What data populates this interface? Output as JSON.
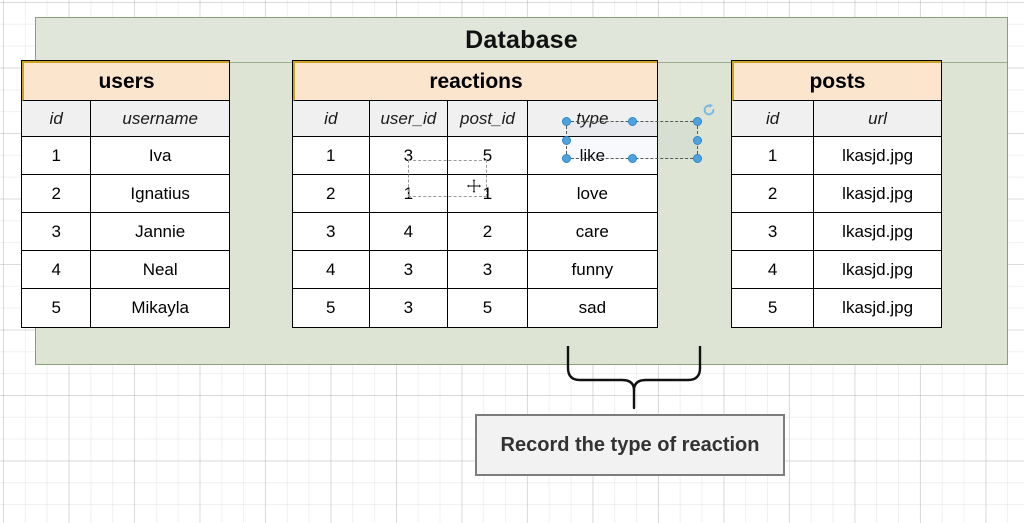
{
  "canvas": {
    "background_color": "#ffffff",
    "grid": "on"
  },
  "container": {
    "title": "Database",
    "fill_color": "#dde4d3",
    "title_band_color": "#e0e6da",
    "border_color": "#8aa07a"
  },
  "entities": [
    {
      "name": "users",
      "title_color": "#fce5cd",
      "columns": [
        "id",
        "username"
      ],
      "rows": [
        [
          "1",
          "Iva"
        ],
        [
          "2",
          "Ignatius"
        ],
        [
          "3",
          "Jannie"
        ],
        [
          "4",
          "Neal"
        ],
        [
          "5",
          "Mikayla"
        ]
      ]
    },
    {
      "name": "reactions",
      "title_color": "#fce5cd",
      "columns": [
        "id",
        "user_id",
        "post_id",
        "type"
      ],
      "rows": [
        [
          "1",
          "3",
          "5",
          "like"
        ],
        [
          "2",
          "1",
          "1",
          "love"
        ],
        [
          "3",
          "4",
          "2",
          "care"
        ],
        [
          "4",
          "3",
          "3",
          "funny"
        ],
        [
          "5",
          "3",
          "5",
          "sad"
        ]
      ]
    },
    {
      "name": "posts",
      "title_color": "#fce5cd",
      "columns": [
        "id",
        "url"
      ],
      "rows": [
        [
          "1",
          "lkasjd.jpg"
        ],
        [
          "2",
          "lkasjd.jpg"
        ],
        [
          "3",
          "lkasjd.jpg"
        ],
        [
          "4",
          "lkasjd.jpg"
        ],
        [
          "5",
          "lkasjd.jpg"
        ]
      ]
    }
  ],
  "selection": {
    "target_label": "type",
    "handle_color": "#4da3e0",
    "rotate_icon": "rotate-icon",
    "handle_count": 8
  },
  "cursor": {
    "type": "move-cursor",
    "over_cell_value": "3"
  },
  "annotation": {
    "text": "Record the type of reaction",
    "fill_color": "#f2f2f2",
    "border_color": "#7d7d7d",
    "connector": "curly-brace"
  }
}
